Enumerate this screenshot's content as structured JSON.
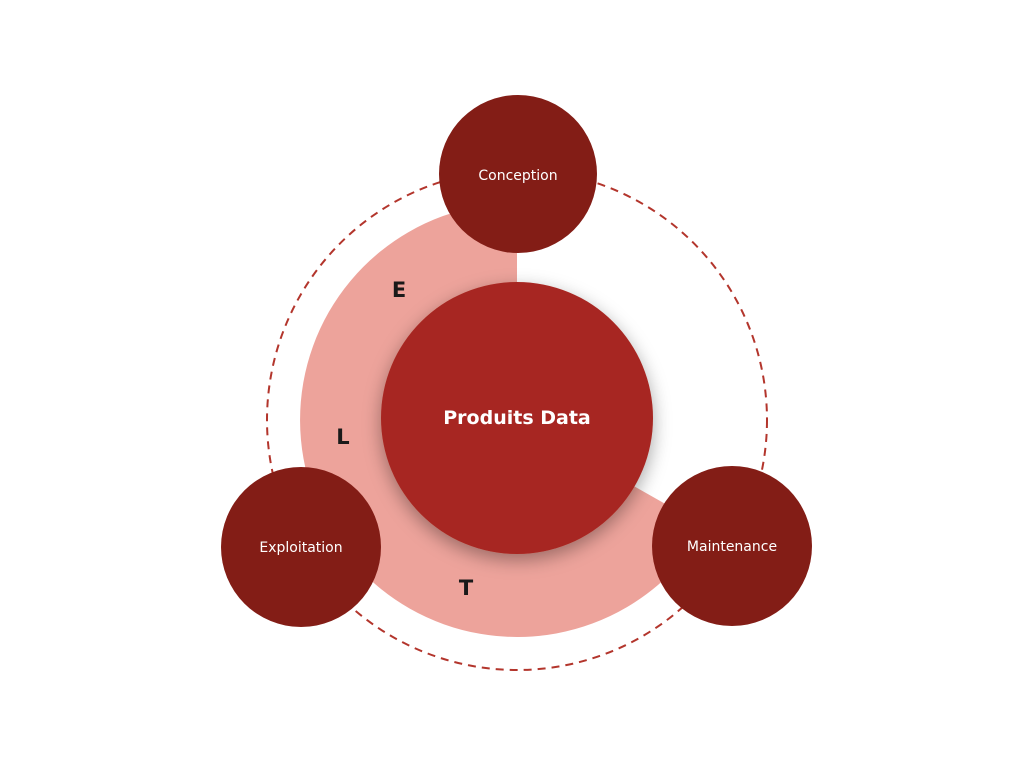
{
  "center": {
    "label": "Produits Data"
  },
  "nodes": [
    {
      "id": "conception",
      "label": "Conception"
    },
    {
      "id": "exploitation",
      "label": "Exploitation"
    },
    {
      "id": "maintenance",
      "label": "Maintenance"
    }
  ],
  "letters": [
    "E",
    "L",
    "T"
  ],
  "colors": {
    "node": "#831d16",
    "center": "#a72820",
    "ring": "#eda39b",
    "dashed": "#b3352c"
  }
}
